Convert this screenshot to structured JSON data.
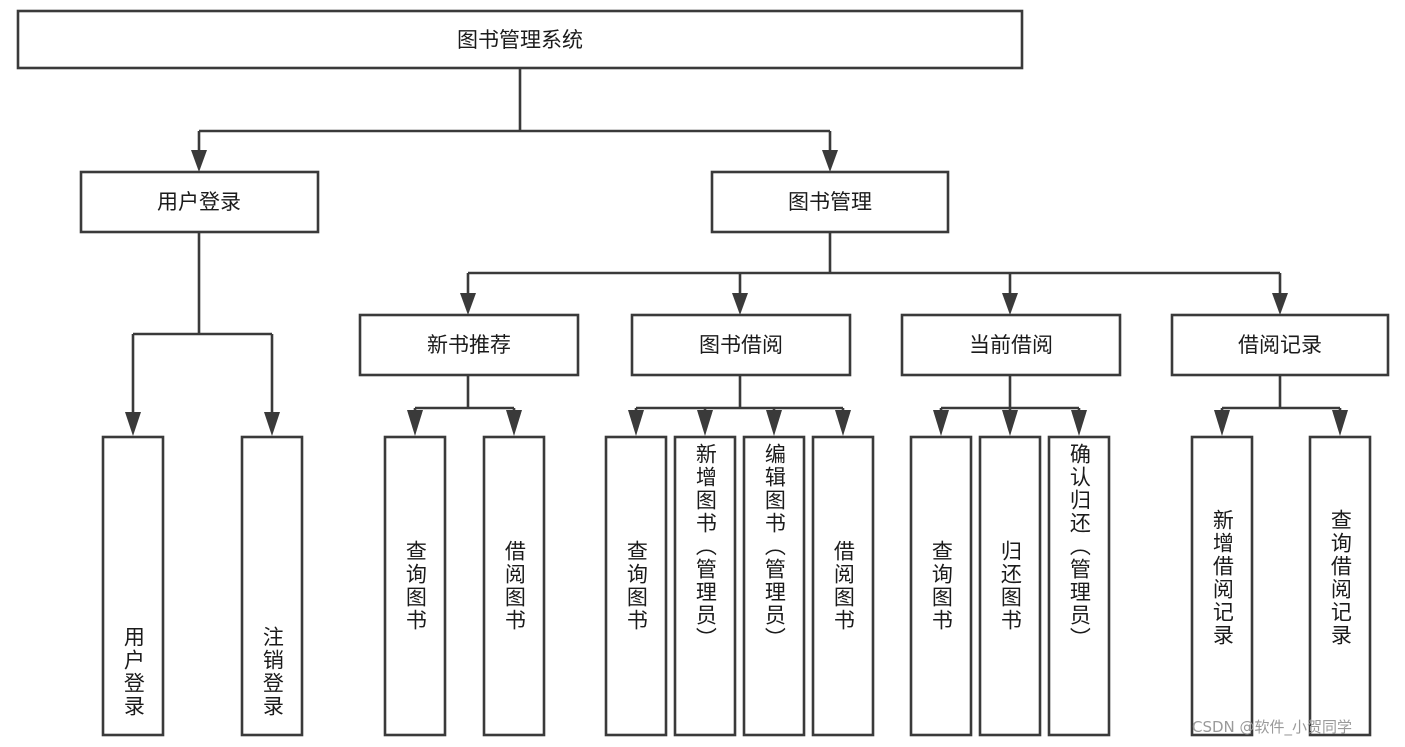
{
  "diagram": {
    "title": "图书管理系统",
    "type": "hierarchy-tree",
    "root": {
      "id": "root",
      "label": "图书管理系统"
    },
    "level2": [
      {
        "id": "user-login",
        "label": "用户登录"
      },
      {
        "id": "book-management",
        "label": "图书管理"
      }
    ],
    "level3": [
      {
        "id": "new-book-recommend",
        "label": "新书推荐",
        "parent": "book-management"
      },
      {
        "id": "book-borrow",
        "label": "图书借阅",
        "parent": "book-management"
      },
      {
        "id": "current-borrow",
        "label": "当前借阅",
        "parent": "book-management"
      },
      {
        "id": "borrow-record",
        "label": "借阅记录",
        "parent": "book-management"
      }
    ],
    "leaves": [
      {
        "id": "leaf-user-login",
        "label": "用户登录",
        "parent": "user-login"
      },
      {
        "id": "leaf-logout-login",
        "label": "注销登录",
        "parent": "user-login"
      },
      {
        "id": "leaf-query-book-1",
        "label": "查询图书",
        "parent": "new-book-recommend"
      },
      {
        "id": "leaf-borrow-book-1",
        "label": "借阅图书",
        "parent": "new-book-recommend"
      },
      {
        "id": "leaf-query-book-2",
        "label": "查询图书",
        "parent": "book-borrow"
      },
      {
        "id": "leaf-add-book",
        "label": "新增图书（管理员）",
        "parent": "book-borrow"
      },
      {
        "id": "leaf-edit-book",
        "label": "编辑图书（管理员）",
        "parent": "book-borrow"
      },
      {
        "id": "leaf-borrow-book-2",
        "label": "借阅图书",
        "parent": "book-borrow"
      },
      {
        "id": "leaf-query-book-3",
        "label": "查询图书",
        "parent": "current-borrow"
      },
      {
        "id": "leaf-return-book",
        "label": "归还图书",
        "parent": "current-borrow"
      },
      {
        "id": "leaf-confirm-return",
        "label": "确认归还（管理员）",
        "parent": "current-borrow"
      },
      {
        "id": "leaf-add-record",
        "label": "新增借阅记录",
        "parent": "borrow-record"
      },
      {
        "id": "leaf-query-record",
        "label": "查询借阅记录",
        "parent": "borrow-record"
      }
    ],
    "colors": {
      "stroke": "#3a3a3a",
      "fill": "#ffffff",
      "text": "#1b1b1b",
      "watermark": "#9a9a9a"
    }
  },
  "watermark": {
    "text": "CSDN @软件_小贺同学"
  }
}
